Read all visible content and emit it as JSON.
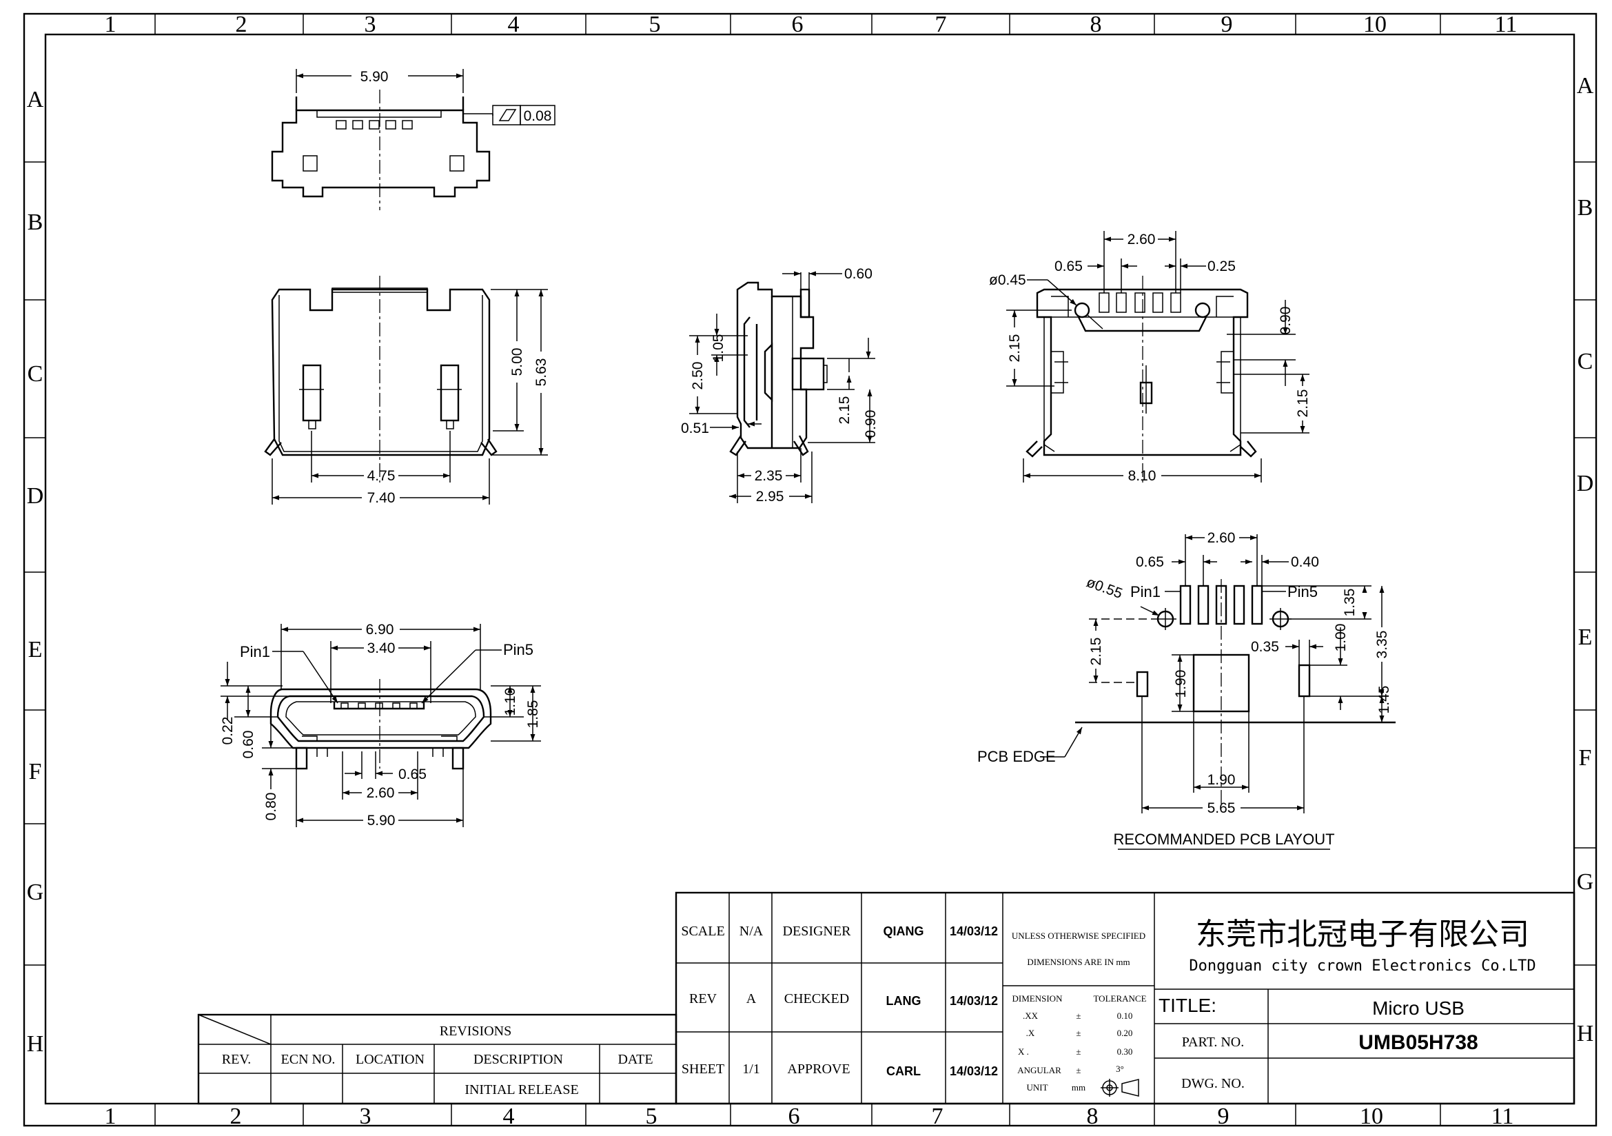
{
  "grid": {
    "columns": [
      "1",
      "2",
      "3",
      "4",
      "5",
      "6",
      "7",
      "8",
      "9",
      "10",
      "11"
    ],
    "rows": [
      "A",
      "B",
      "C",
      "D",
      "E",
      "F",
      "G",
      "H"
    ]
  },
  "views": {
    "top": {
      "width": "5.90",
      "flatness": "0.08"
    },
    "front": {
      "inner_width": "4.75",
      "outer_width": "7.40",
      "height_inner": "5.00",
      "height_outer": "5.63"
    },
    "side": {
      "pin": "0.60",
      "h1": "2.50",
      "h2": "1.05",
      "offset": "0.51",
      "h3": "2.15",
      "h4": "0.90",
      "w1": "2.35",
      "w2": "2.95"
    },
    "end": {
      "pitch_span": "2.60",
      "pitch": "0.65",
      "pin_w": "0.25",
      "hole": "ø0.45",
      "h1": "2.15",
      "h2": "0.90",
      "h3": "2.15",
      "width": "8.10"
    },
    "bottom": {
      "w_outer": "6.90",
      "w_inner": "3.40",
      "pin1": "Pin1",
      "pin5": "Pin5",
      "h1": "1.10",
      "h2": "1.85",
      "d1": "0.22",
      "d2": "0.60",
      "pitch": "0.65",
      "span": "2.60",
      "lead": "0.80",
      "width": "5.90"
    },
    "pcb": {
      "pitch_span": "2.60",
      "pitch": "0.65",
      "pad_w": "0.40",
      "hole": "ø0.55",
      "pin1": "Pin1",
      "pin5": "Pin5",
      "h_135": "1.35",
      "h_215": "2.15",
      "h_100": "1.00",
      "w_035": "0.35",
      "h_335": "3.35",
      "h_190": "1.90",
      "h_145": "1.45",
      "w_190": "1.90",
      "w_565": "5.65",
      "edge": "PCB EDGE",
      "title": "RECOMMANDED PCB LAYOUT"
    }
  },
  "revisions": {
    "title": "REVISIONS",
    "headers": [
      "REV.",
      "ECN NO.",
      "LOCATION",
      "DESCRIPTION",
      "DATE"
    ],
    "row": "INITIAL RELEASE"
  },
  "titleblock": {
    "scale_label": "SCALE",
    "scale_value": "N/A",
    "rev_label": "REV",
    "rev_value": "A",
    "sheet_label": "SHEET",
    "sheet_value": "1/1",
    "designer_label": "DESIGNER",
    "designer": "QIANG",
    "designer_date": "14/03/12",
    "checked_label": "CHECKED",
    "checker": "LANG",
    "checker_date": "14/03/12",
    "approve_label": "APPROVE",
    "approver": "CARL",
    "approver_date": "14/03/12",
    "note1": "UNLESS OTHERWISE SPECIFIED",
    "note2": "DIMENSIONS ARE IN mm",
    "tol_dim": "DIMENSION",
    "tol_tol": "TOLERANCE",
    "tol_xx": ".XX",
    "tol_xx_v": "0.10",
    "tol_x": ".X",
    "tol_x_v": "0.20",
    "tol_x0": "X .",
    "tol_x0_v": "0.30",
    "tol_ang": "ANGULAR",
    "tol_ang_v": "3°",
    "tol_unit": "UNIT",
    "tol_unit_v": "mm",
    "pm": "±",
    "company_cn": "东莞市北冠电子有限公司",
    "company_en": "Dongguan city crown Electronics Co.LTD",
    "title_label": "TITLE:",
    "title_value": "Micro USB",
    "part_label": "PART. NO.",
    "part_value": "UMB05H738",
    "dwg_label": "DWG. NO."
  }
}
